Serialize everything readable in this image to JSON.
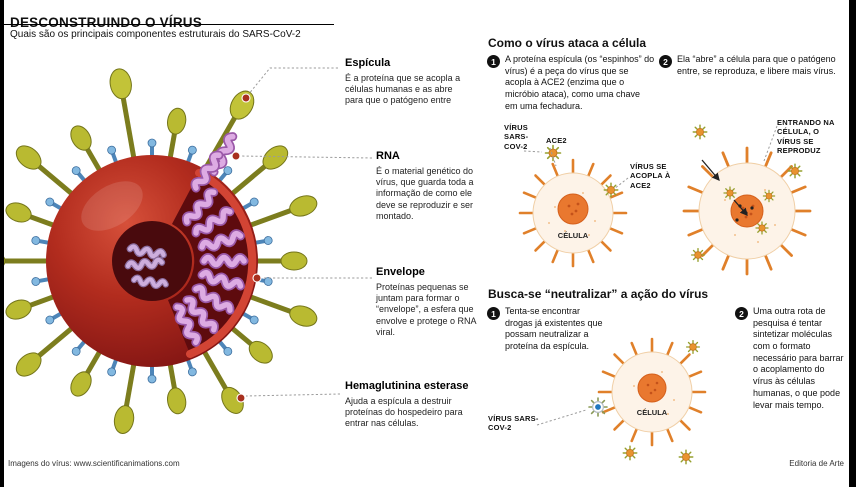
{
  "page": {
    "title": "DESCONSTRUINDO O VÍRUS",
    "subtitle": "Quais são os principais componentes estruturais do SARS-CoV-2",
    "credit_left": "Imagens do vírus: www.scientificanimations.com",
    "credit_right": "Editoria de Arte"
  },
  "virus_labels": [
    {
      "title": "Espícula",
      "text": "É a proteína que se acopla a células humanas e as abre para que o patógeno entre"
    },
    {
      "title": "RNA",
      "text": "É o material genético do vírus, que guarda toda a informação de como ele deve se reproduzir e ser montado."
    },
    {
      "title": "Envelope",
      "text": "Proteínas pequenas se juntam para formar o “envelope”, a esfera que envolve e protege o RNA viral."
    },
    {
      "title": "Hemaglutinina esterase",
      "text": "Ajuda a espícula a destruir proteínas do hospedeiro para entrar nas células."
    }
  ],
  "attack": {
    "heading": "Como o vírus ataca a célula",
    "steps": [
      {
        "num": "1",
        "text": "A proteína espícula (os “espinhos” do vírus) é a peça do vírus que se acopla à ACE2 (enzima que o micróbio ataca), como uma chave em uma fechadura."
      },
      {
        "num": "2",
        "text": "Ela “abre” a célula para que o patógeno entre, se reproduza, e libere mais vírus."
      }
    ],
    "labels": {
      "virus": "VÍRUS SARS-COV-2",
      "ace2": "ACE2",
      "acopla": "VÍRUS SE ACOPLA À ACE2",
      "celula": "CÉLULA",
      "entrando": "ENTRANDO NA CÉLULA, O VÍRUS SE REPRODUZ"
    }
  },
  "neutralize": {
    "heading": "Busca-se “neutralizar” a ação do vírus",
    "steps": [
      {
        "num": "1",
        "text": "Tenta-se encontrar drogas já existentes que possam neutralizar a proteína da espícula."
      },
      {
        "num": "2",
        "text": "Uma outra rota de pesquisa é tentar sintetizar moléculas com o formato necessário para barrar o acoplamento do vírus às células humanas, o que pode levar mais tempo."
      }
    ],
    "labels": {
      "virus": "VÍRUS SARS-COV-2",
      "celula": "CÉLULA"
    }
  }
}
